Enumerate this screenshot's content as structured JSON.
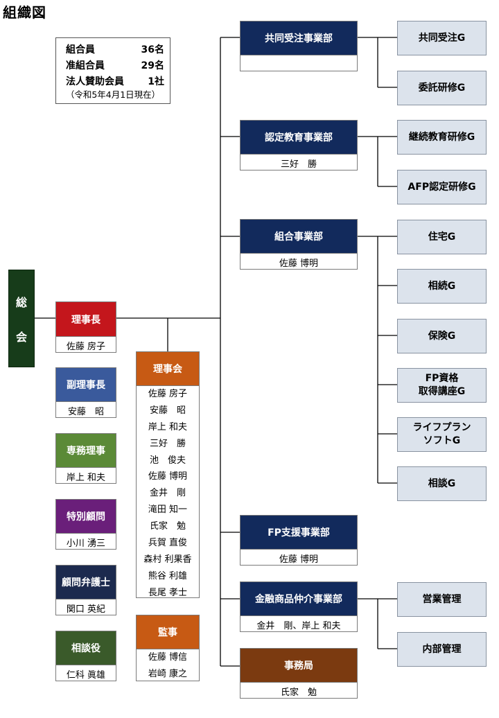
{
  "title": "組織図",
  "members": {
    "rows": [
      {
        "label": "組合員",
        "value": "36名"
      },
      {
        "label": "准組合員",
        "value": "29名"
      },
      {
        "label": "法人賛助会員",
        "value": "1社"
      }
    ],
    "as_of": "（令和5年4月1日現在）"
  },
  "general_meeting": {
    "char1": "総",
    "char2": "会"
  },
  "chairman": {
    "title": "理事長",
    "name": "佐藤 房子"
  },
  "vice_chairman": {
    "title": "副理事長",
    "name": "安藤　昭"
  },
  "executive_director": {
    "title": "専務理事",
    "name": "岸上 和夫"
  },
  "special_advisor": {
    "title": "特別顧問",
    "name": "小川 湧三"
  },
  "legal_advisor": {
    "title": "顧問弁護士",
    "name": "関口 英紀"
  },
  "counselor": {
    "title": "相談役",
    "name": "仁科 眞雄"
  },
  "board": {
    "title": "理事会",
    "members": [
      "佐藤 房子",
      "安藤　昭",
      "岸上 和夫",
      "三好　勝",
      "池　俊夫",
      "佐藤 博明",
      "金井　剛",
      "滝田 知一",
      "氏家　勉",
      "兵賀 直俊",
      "森村 利果香",
      "熊谷 利雄",
      "長尾 孝士"
    ]
  },
  "auditor": {
    "title": "監事",
    "members": [
      "佐藤 博信",
      "岩崎 康之"
    ]
  },
  "divisions": {
    "joint_order": {
      "title": "共同受注事業部",
      "name": ""
    },
    "certified_education": {
      "title": "認定教育事業部",
      "name": "三好　勝"
    },
    "union_business": {
      "title": "組合事業部",
      "name": "佐藤 博明"
    },
    "fp_support": {
      "title": "FP支援事業部",
      "name": "佐藤 博明"
    },
    "financial_brokerage": {
      "title": "金融商品仲介事業部",
      "name": "金井　剛、岸上 和夫"
    },
    "secretariat": {
      "title": "事務局",
      "name": "氏家　勉"
    }
  },
  "groups": {
    "joint_order_g": "共同受注G",
    "commissioned_training_g": "委託研修G",
    "continuing_education_g": "継続教育研修G",
    "afp_training_g": "AFP認定研修G",
    "housing_g": "住宅G",
    "inheritance_g": "相続G",
    "insurance_g": "保険G",
    "fp_course_g": "FP資格\n取得講座G",
    "lifeplan_g": "ライフプラン\nソフトG",
    "consultation_g": "相談G",
    "sales_mgmt": "営業管理",
    "internal_mgmt": "内部管理"
  },
  "colors": {
    "navy": "#122a5c",
    "red": "#c4161c",
    "blue": "#3a5a9c",
    "green": "#5b8a37",
    "purple": "#6a1f7a",
    "dark_navy": "#1c2a4e",
    "dark_green": "#3a5a2a",
    "orange": "#c75a14",
    "brown": "#7b3a10",
    "group_bg": "#dce3ec",
    "general_meeting": "#173c1a"
  }
}
